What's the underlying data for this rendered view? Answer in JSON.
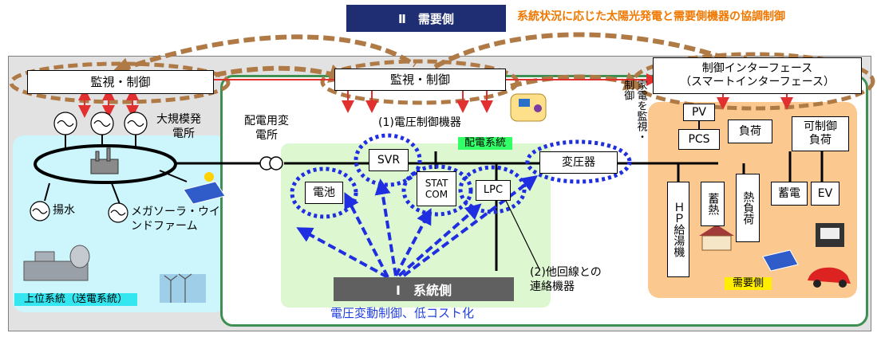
{
  "banner": {
    "title": "Ⅱ　需要側",
    "subtitle": "系統状況に応じた太陽光発電と需要側機器の協調制御"
  },
  "boxes": {
    "monitor_left": "監視・制御",
    "monitor_center": "監視・制御",
    "control_interface_line1": "制御インターフェース",
    "control_interface_line2": "（スマートインターフェース）",
    "svr": "SVR",
    "statcom_line1": "STAT",
    "statcom_line2": "COM",
    "battery": "電池",
    "lpc": "LPC",
    "transformer": "変圧器",
    "pv": "PV",
    "pcs": "PCS",
    "load": "負荷",
    "controllable_load_line1": "可制御",
    "controllable_load_line2": "負荷",
    "hp_water_heater": "ＨＰ給湯機",
    "heat_storage": "蓄熱",
    "heat_load": "熱負荷",
    "electricity_storage": "蓄電",
    "ev": "EV"
  },
  "labels": {
    "large_plant_line1": "大規模発",
    "large_plant_line2": "電所",
    "dist_substation_line1": "配電用変",
    "dist_substation_line2": "電所",
    "voltage_control": "(1)電圧制御機器",
    "distribution_system": "配電系統",
    "pumped_hydro": "揚水",
    "megasolar_line1": "メガソーラ・ウイ",
    "megasolar_line2": "ンドファーム",
    "upper_system": "上位系統（送電系統）",
    "home_monitor": "家電を監視・制御",
    "other_line_link_line1": "(2)他回線との",
    "other_line_link_line2": "連絡機器",
    "demand_side": "需要側",
    "system_side": "Ⅰ　系統側",
    "voltage_goal": "電圧変動制御、低コスト化"
  },
  "colors": {
    "navy": "#1f2e73",
    "orange_text": "#f07800",
    "dashed_brown": "#b07a46",
    "blue_dotted": "#1f2ee0",
    "red_arrow": "#e03030",
    "green_border": "#3d8f52",
    "light_blue_panel": "#ccf5fc",
    "light_green_panel": "#ddf7d0",
    "orange_panel": "#fbc890",
    "gray_panel": "#606060",
    "cyan_label": "#33e6f0",
    "bright_green_label": "#33ff66",
    "yellow_label": "#ffee00"
  }
}
